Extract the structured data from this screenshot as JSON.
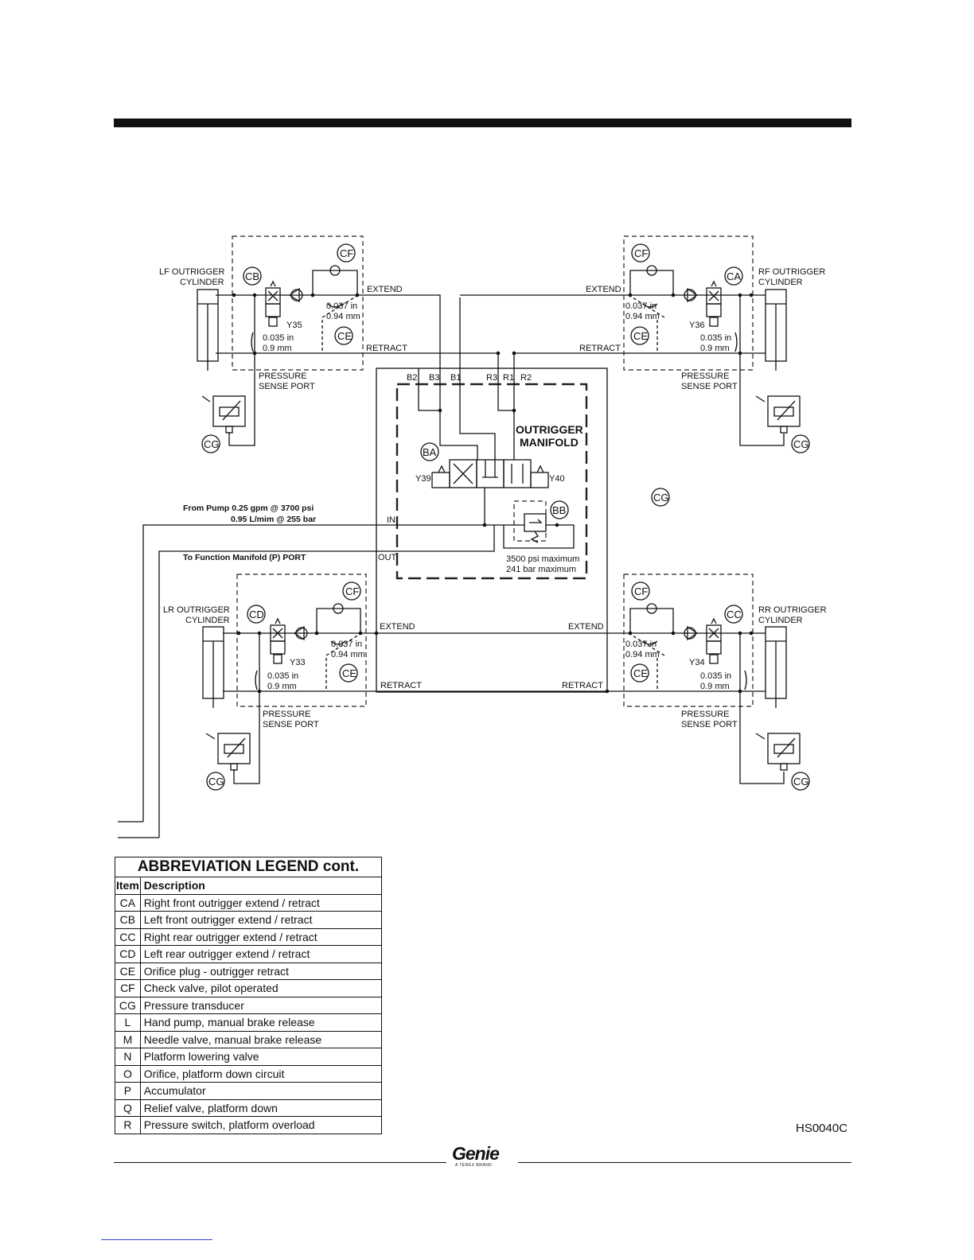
{
  "cylinders": {
    "lf": [
      "LF OUTRIGGER",
      "CYLINDER"
    ],
    "rf": [
      "RF OUTRIGGER",
      "CYLINDER"
    ],
    "lr": [
      "LR OUTRIGGER",
      "CYLINDER"
    ],
    "rr": [
      "RR OUTRIGGER",
      "CYLINDER"
    ]
  },
  "components": {
    "ca": "CA",
    "cb": "CB",
    "cc": "CC",
    "cd": "CD",
    "ce": "CE",
    "cf": "CF",
    "cg": "CG",
    "ba": "BA",
    "bb": "BB"
  },
  "solenoids": {
    "lf": "Y35",
    "rf": "Y36",
    "lr": "Y33",
    "rr": "Y34",
    "manifold_left": "Y39",
    "manifold_right": "Y40"
  },
  "orifices": {
    "check_in": "0.037 in",
    "check_mm": "0.94 mm",
    "plug_in": "0.035 in",
    "plug_mm": "0.9 mm"
  },
  "lines": {
    "extend": "EXTEND",
    "retract": "RETRACT"
  },
  "pressure_sense_port": [
    "PRESSURE",
    "SENSE PORT"
  ],
  "manifold": {
    "title": [
      "OUTRIGGER",
      "MANIFOLD"
    ],
    "ports": [
      "B2",
      "B3",
      "B1",
      "R3",
      "R1",
      "R2"
    ],
    "in_port": "IN",
    "out_port": "OUT",
    "relief_psi": "3500 psi maximum",
    "relief_bar": "241 bar maximum"
  },
  "pump": {
    "line1": "From Pump 0.25 gpm @ 3700 psi",
    "line2": "0.95 L/mim @ 255 bar"
  },
  "function_manifold": "To Function Manifold (P) PORT",
  "legend": {
    "title": "ABBREVIATION LEGEND cont.",
    "col_item": "Item",
    "col_desc": "Description",
    "rows": [
      {
        "item": "CA",
        "desc": "Right front outrigger extend / retract"
      },
      {
        "item": "CB",
        "desc": "Left front outrigger extend / retract"
      },
      {
        "item": "CC",
        "desc": "Right rear outrigger extend / retract"
      },
      {
        "item": "CD",
        "desc": "Left rear outrigger extend / retract"
      },
      {
        "item": "CE",
        "desc": "Orifice plug - outrigger retract"
      },
      {
        "item": "CF",
        "desc": "Check valve, pilot operated"
      },
      {
        "item": "CG",
        "desc": "Pressure transducer"
      },
      {
        "item": "L",
        "desc": "Hand pump, manual brake release"
      },
      {
        "item": "M",
        "desc": "Needle valve, manual brake release"
      },
      {
        "item": "N",
        "desc": "Platform lowering valve"
      },
      {
        "item": "O",
        "desc": "Orifice, platform down circuit"
      },
      {
        "item": "P",
        "desc": "Accumulator"
      },
      {
        "item": "Q",
        "desc": "Relief valve, platform down"
      },
      {
        "item": "R",
        "desc": "Pressure switch, platform overload"
      }
    ]
  },
  "figure_code": "HS0040C",
  "brand": {
    "name": "Genie",
    "tagline": "A TEREX BRAND"
  }
}
